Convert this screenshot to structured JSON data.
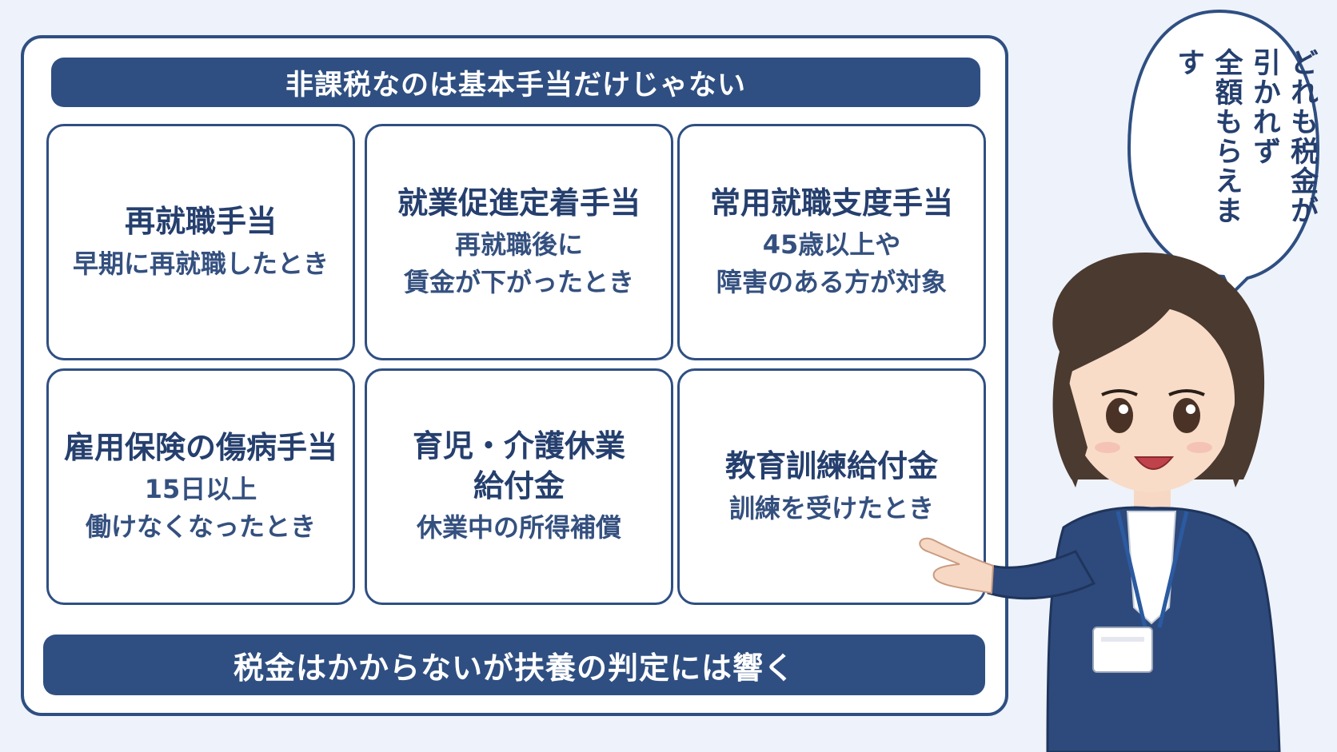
{
  "header": {
    "title": "非課税なのは基本手当だけじゃない"
  },
  "cards": [
    {
      "title": "再就職手当",
      "lines": [
        "早期に再就職したとき"
      ]
    },
    {
      "title": "就業促進定着手当",
      "lines": [
        "再就職後に",
        "賃金が下がったとき"
      ]
    },
    {
      "title": "常用就職支度手当",
      "lines": [
        "45歳以上や",
        "障害のある方が対象"
      ]
    },
    {
      "title": "雇用保険の傷病手当",
      "lines": [
        "15日以上",
        "働けなくなったとき"
      ]
    },
    {
      "title": "育児・介護休業",
      "title2": "給付金",
      "lines": [
        "休業中の所得補償"
      ]
    },
    {
      "title": "教育訓練給付金",
      "lines": [
        "訓練を受けたとき"
      ]
    }
  ],
  "footer": {
    "text": "税金はかからないが扶養の判定には響く"
  },
  "speech": {
    "lines": [
      "どれも税金が",
      "引かれず",
      "全額もらえます"
    ]
  },
  "colors": {
    "navy": "#2f4f82",
    "text": "#253f6e",
    "background": "#eef2fa"
  }
}
